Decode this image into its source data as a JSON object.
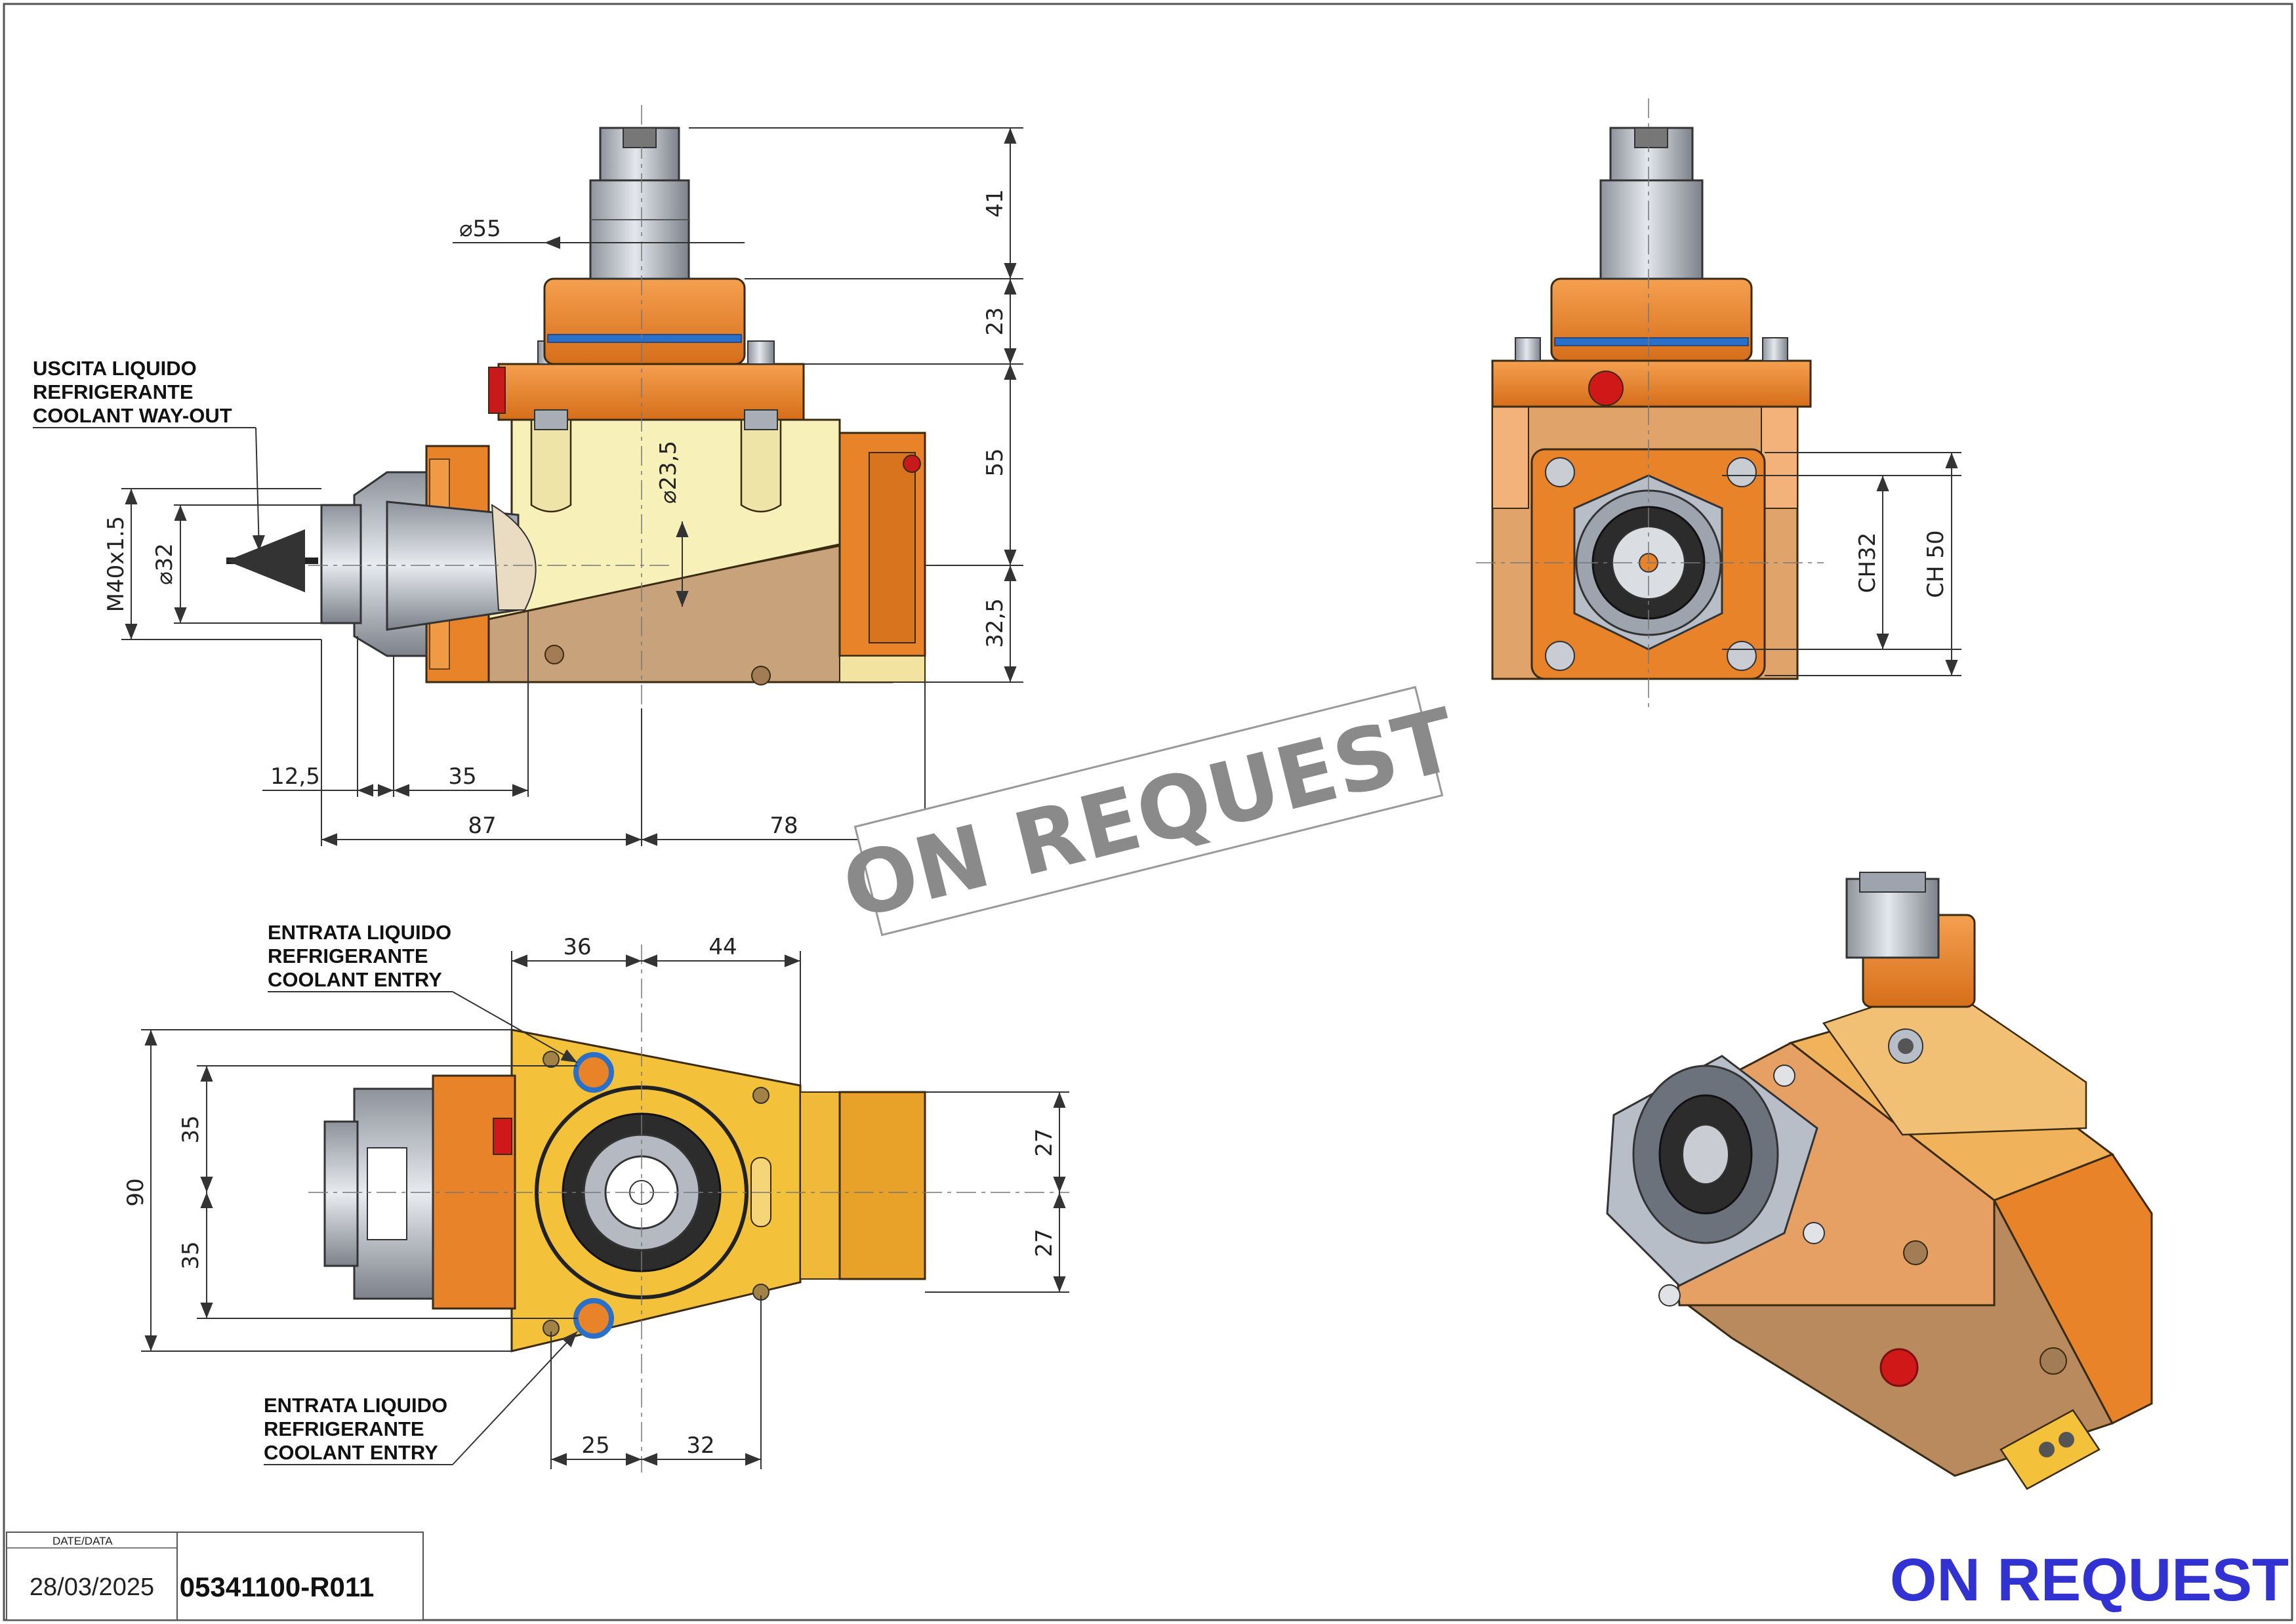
{
  "annotations": {
    "coolant_way_out": [
      "USCITA LIQUIDO",
      "REFRIGERANTE",
      "COOLANT WAY-OUT"
    ],
    "coolant_entry_top": [
      "ENTRATA LIQUIDO",
      "REFRIGERANTE",
      "COOLANT ENTRY"
    ],
    "coolant_entry_bottom": [
      "ENTRATA LIQUIDO",
      "REFRIGERANTE",
      "COOLANT ENTRY"
    ]
  },
  "dimensions": {
    "side_view": {
      "d55": "⌀55",
      "d23_5": "⌀23,5",
      "d32": "⌀32",
      "m40": "M40x1.5",
      "h41": "41",
      "h23": "23",
      "h55": "55",
      "h32_5": "32,5",
      "w12_5": "12,5",
      "w35": "35",
      "w87": "87",
      "w78": "78"
    },
    "front_view": {
      "ch32": "CH32",
      "ch50": "CH 50"
    },
    "top_view": {
      "w36": "36",
      "w44": "44",
      "h90": "90",
      "h35a": "35",
      "h35b": "35",
      "h27a": "27",
      "h27b": "27",
      "w25": "25",
      "w32": "32"
    }
  },
  "stamp_text": "ON REQUEST",
  "footer_notice": "ON REQUEST",
  "title_block": {
    "date_label": "DATE/DATA",
    "date_value": "28/03/2025",
    "drawing_code": "05341100-R011"
  },
  "colors": {
    "orange": "#e8832a",
    "cream": "#f7f0b8",
    "tan": "#c9a37c",
    "yellow": "#f3c23a",
    "steel": "#b9bec7",
    "notice_blue": "#3232d2"
  }
}
